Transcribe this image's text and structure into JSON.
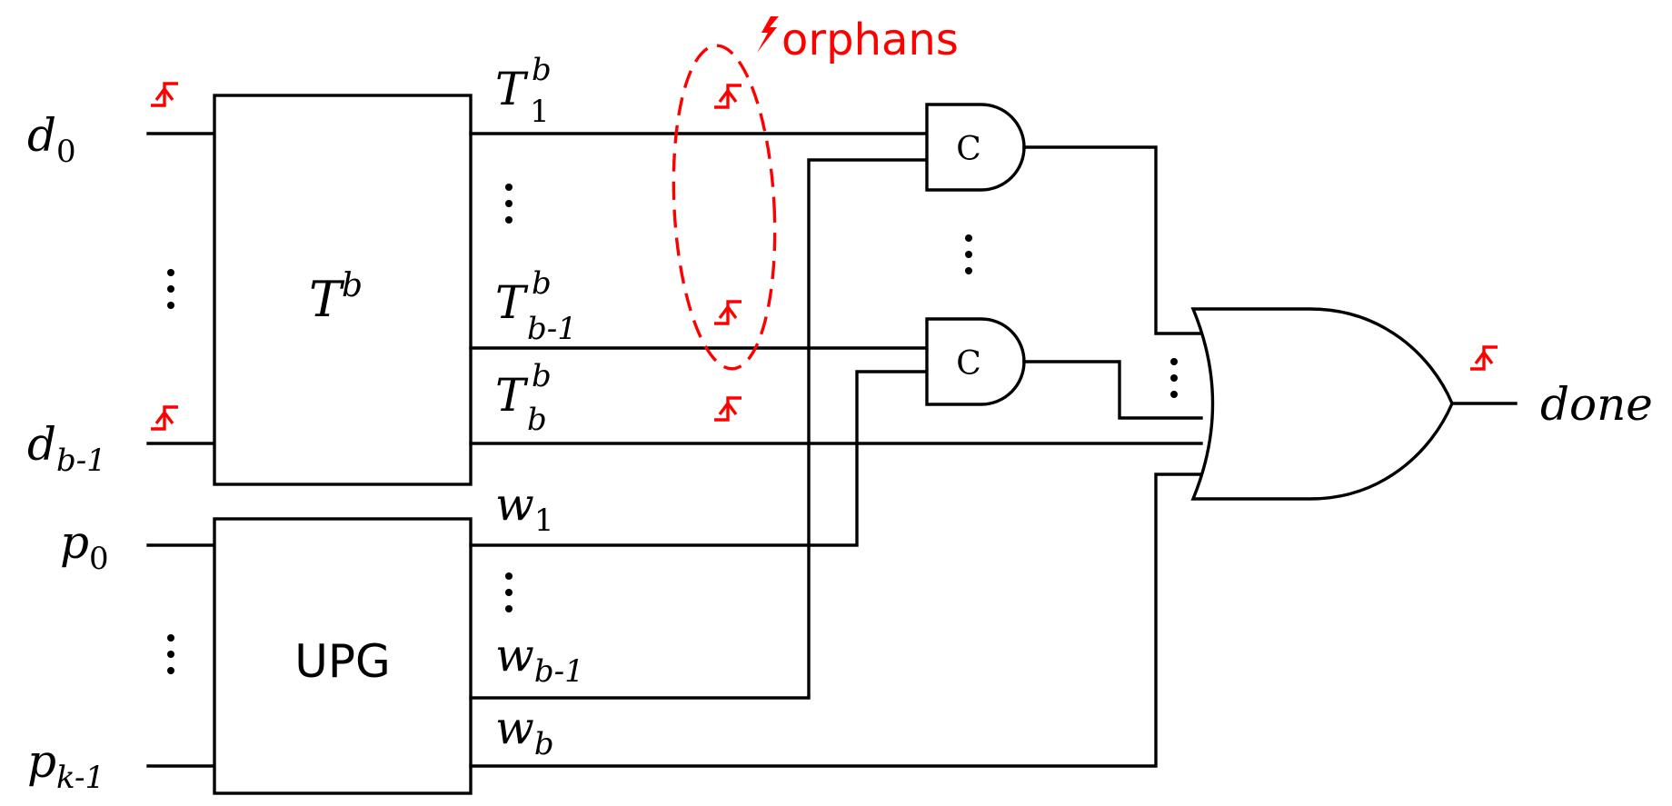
{
  "inputs": {
    "d0": {
      "base": "d",
      "sub": "0"
    },
    "db1": {
      "base": "d",
      "sub": "b-1"
    },
    "p0": {
      "base": "p",
      "sub": "0"
    },
    "pk1": {
      "base": "p",
      "sub": "k-1"
    }
  },
  "blocks": {
    "tb": {
      "base": "T",
      "sup": "b"
    },
    "upg": {
      "label": "UPG"
    }
  },
  "tb_outputs": {
    "t1": {
      "base": "T",
      "sup": "b",
      "sub": "1"
    },
    "tb1": {
      "base": "T",
      "sup": "b",
      "sub": "b-1"
    },
    "tbb": {
      "base": "T",
      "sup": "b",
      "sub": "b"
    }
  },
  "upg_outputs": {
    "w1": {
      "base": "w",
      "sub": "1"
    },
    "wb1": {
      "base": "w",
      "sub": "b-1"
    },
    "wb": {
      "base": "w",
      "sub": "b"
    }
  },
  "gates": {
    "c_top": "C",
    "c_bottom": "C"
  },
  "output": {
    "label": "done"
  },
  "annotation": {
    "label": "orphans"
  },
  "colors": {
    "wire": "#000000",
    "annotation": "#ff0000"
  }
}
